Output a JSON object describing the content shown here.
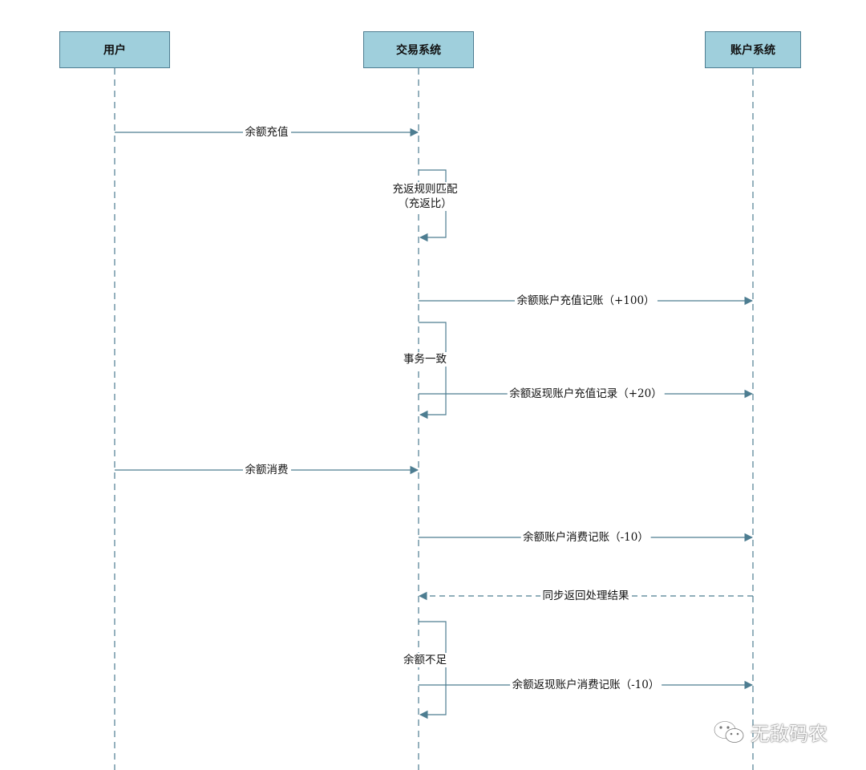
{
  "actors": [
    {
      "id": "user",
      "label": "用户"
    },
    {
      "id": "trade",
      "label": "交易系统"
    },
    {
      "id": "account",
      "label": "账户系统"
    }
  ],
  "messages": [
    {
      "from": "user",
      "to": "trade",
      "label": "余额充值",
      "style": "solid"
    },
    {
      "from": "trade",
      "to": "account",
      "label": "余额账户充值记账（+100）",
      "style": "solid"
    },
    {
      "from": "trade",
      "to": "account",
      "label": "余额返现账户充值记录（+20）",
      "style": "solid"
    },
    {
      "from": "user",
      "to": "trade",
      "label": "余额消费",
      "style": "solid"
    },
    {
      "from": "trade",
      "to": "account",
      "label": "余额账户消费记账（-10）",
      "style": "solid"
    },
    {
      "from": "account",
      "to": "trade",
      "label": "同步返回处理结果",
      "style": "dashed"
    },
    {
      "from": "trade",
      "to": "account",
      "label": "余额返现账户消费记账（-10）",
      "style": "solid"
    }
  ],
  "self_messages": [
    {
      "actor": "trade",
      "lines": [
        "充返规则匹配",
        "（充返比）"
      ]
    },
    {
      "actor": "trade",
      "lines": [
        "事务一致"
      ]
    },
    {
      "actor": "trade",
      "lines": [
        "余额不足"
      ]
    }
  ],
  "watermark": {
    "text": "无敌码农",
    "icon": "wechat-icon"
  },
  "colors": {
    "actor_fill": "#9fcfdc",
    "actor_border": "#4d7d91",
    "line": "#4d7d91"
  }
}
